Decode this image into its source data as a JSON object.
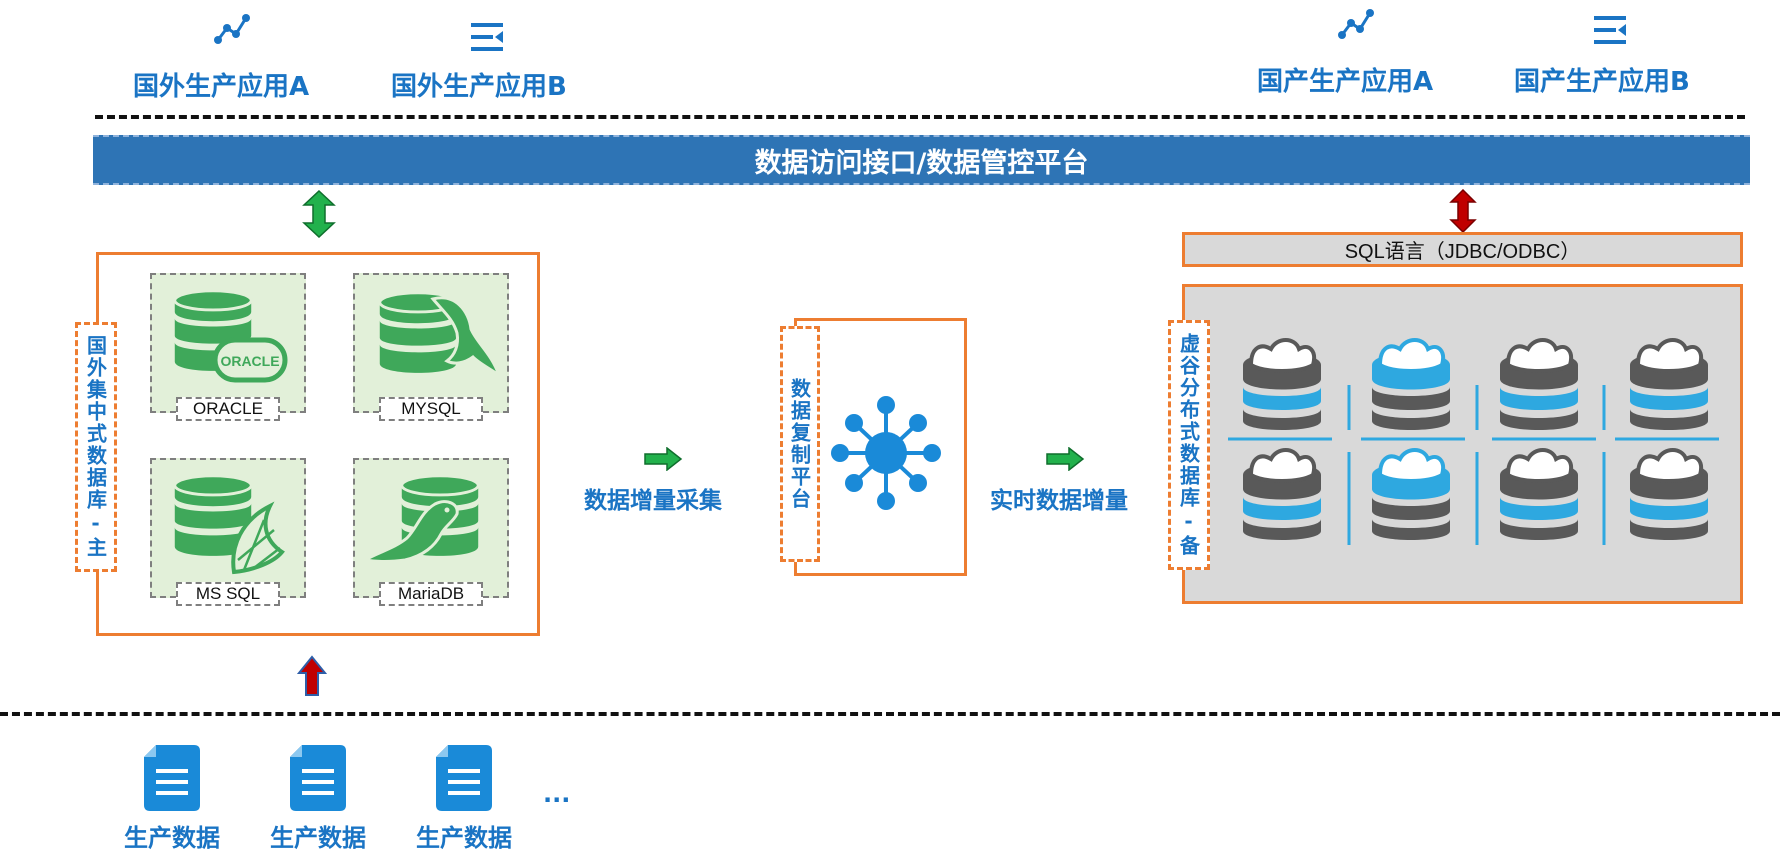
{
  "top_apps": [
    {
      "label": "国外生产应用A",
      "icon": "line-chart-icon"
    },
    {
      "label": "国外生产应用B",
      "icon": "menu-collapse-icon"
    },
    {
      "label": "国产生产应用A",
      "icon": "line-chart-icon"
    },
    {
      "label": "国产生产应用B",
      "icon": "menu-collapse-icon"
    }
  ],
  "banner": {
    "label": "数据访问接口/数据管控平台"
  },
  "foreign_db": {
    "tab_label": "国外集中式数据库-主",
    "databases": [
      {
        "name": "ORACLE",
        "logo": "oracle-logo"
      },
      {
        "name": "MYSQL",
        "logo": "mysql-dolphin-logo"
      },
      {
        "name": "MS SQL",
        "logo": "sql-server-logo"
      },
      {
        "name": "MariaDB",
        "logo": "mariadb-seal-logo"
      }
    ]
  },
  "flow": {
    "step1": "数据增量采集",
    "step2": "实时数据增量"
  },
  "replication": {
    "tab_label": "数据复制平台",
    "icon": "hub-network-icon"
  },
  "sql": {
    "label": "SQL语言（JDBC/ODBC）"
  },
  "domestic_db": {
    "tab_label": "虚谷分布式数据库-备",
    "nodes": [
      "grey-blue",
      "blue-grey",
      "grey-blue",
      "grey-blue",
      "grey-blue",
      "blue-grey",
      "grey-blue",
      "grey-blue"
    ]
  },
  "production_data": {
    "items": [
      "生产数据",
      "生产数据",
      "生产数据"
    ],
    "more": "..."
  },
  "colors": {
    "accent_blue": "#1a74c4",
    "banner_blue": "#2e74b5",
    "orange": "#ed7d31",
    "db_green": "#3fa85a",
    "tile_green": "#e2f0d9",
    "arrow_green": "#22b14c",
    "arrow_red": "#c00000",
    "cyan": "#2ea8e0",
    "grey": "#595959"
  }
}
